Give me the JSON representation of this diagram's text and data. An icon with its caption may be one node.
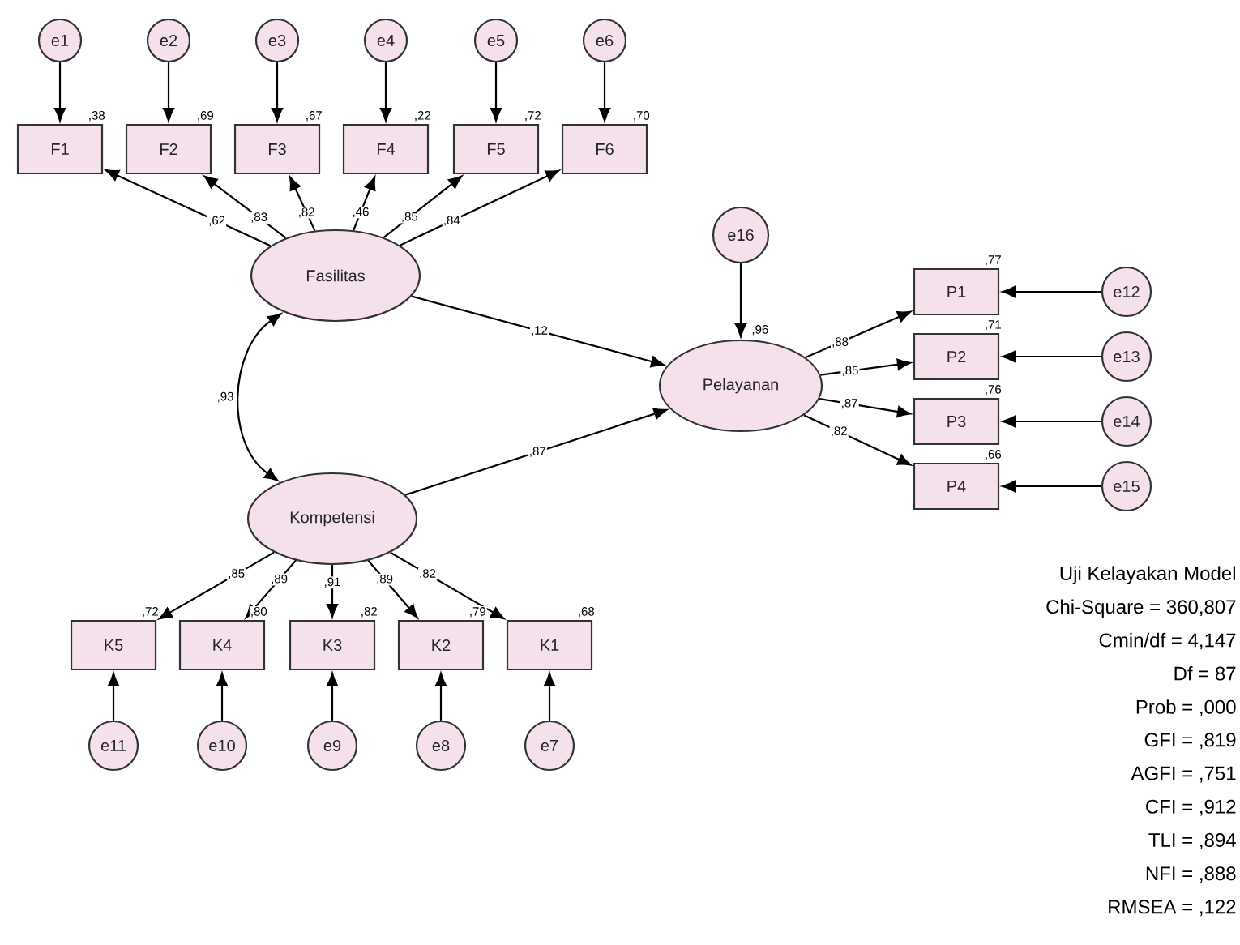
{
  "diagram": {
    "nodes": [
      {
        "text": [
          "e1"
        ]
      },
      {
        "text": [
          "e2"
        ]
      },
      {
        "text": [
          "e3"
        ]
      },
      {
        "text": [
          "e4"
        ]
      },
      {
        "text": [
          "e5"
        ]
      },
      {
        "text": [
          "e6"
        ]
      },
      {
        "text": [
          "F1"
        ],
        "beside": [
          ",38"
        ]
      },
      {
        "text": [
          "F2"
        ],
        "beside": [
          ",69"
        ]
      },
      {
        "text": [
          "F3"
        ],
        "beside": [
          ",67"
        ]
      },
      {
        "text": [
          "F4"
        ],
        "beside": [
          ",22"
        ]
      },
      {
        "text": [
          "F5"
        ],
        "beside": [
          ",72"
        ]
      },
      {
        "text": [
          "F6"
        ],
        "beside": [
          ",70"
        ]
      },
      {
        "text": [
          "Fasilitas"
        ]
      },
      {
        "text": [
          "e16"
        ]
      },
      {
        "text": [
          "Pelayanan"
        ],
        "beside": [
          ",96"
        ]
      },
      {
        "text": [
          "P1"
        ],
        "beside": [
          ",77"
        ]
      },
      {
        "text": [
          "P2"
        ],
        "beside": [
          ",71"
        ]
      },
      {
        "text": [
          "P3"
        ],
        "beside": [
          ",76"
        ]
      },
      {
        "text": [
          "P4"
        ],
        "beside": [
          ",66"
        ]
      },
      {
        "text": [
          "e12"
        ]
      },
      {
        "text": [
          "e13"
        ]
      },
      {
        "text": [
          "e14"
        ]
      },
      {
        "text": [
          "e15"
        ]
      },
      {
        "text": [
          "Kompetensi"
        ]
      },
      {
        "text": [
          "K5"
        ],
        "beside": [
          ",72"
        ]
      },
      {
        "text": [
          "K4"
        ],
        "beside": [
          ",80"
        ]
      },
      {
        "text": [
          "K3"
        ],
        "beside": [
          ",82"
        ]
      },
      {
        "text": [
          "K2"
        ],
        "beside": [
          ",79"
        ]
      },
      {
        "text": [
          "K1"
        ],
        "beside": [
          ",68"
        ]
      },
      {
        "text": [
          "e11"
        ]
      },
      {
        "text": [
          "e10"
        ]
      },
      {
        "text": [
          "e9"
        ]
      },
      {
        "text": [
          "e8"
        ]
      },
      {
        "text": [
          "e7"
        ]
      }
    ],
    "edges": [
      {
        "from": 0,
        "to": 6,
        "arrow": "to"
      },
      {
        "from": 1,
        "to": 7,
        "arrow": "to"
      },
      {
        "from": 2,
        "to": 8,
        "arrow": "to"
      },
      {
        "from": 3,
        "to": 9,
        "arrow": "to"
      },
      {
        "from": 4,
        "to": 10,
        "arrow": "to"
      },
      {
        "from": 5,
        "to": 11,
        "arrow": "to"
      },
      {
        "from": 12,
        "to": 6,
        "arrow": "to",
        "label": ",62"
      },
      {
        "from": 12,
        "to": 7,
        "arrow": "to",
        "label": ",83"
      },
      {
        "from": 12,
        "to": 8,
        "arrow": "to",
        "label": ",82"
      },
      {
        "from": 12,
        "to": 9,
        "arrow": "to",
        "label": ",46"
      },
      {
        "from": 12,
        "to": 10,
        "arrow": "to",
        "label": ",85"
      },
      {
        "from": 12,
        "to": 11,
        "arrow": "to",
        "label": ",84"
      },
      {
        "from": 12,
        "to": 14,
        "arrow": "to",
        "label": ",12"
      },
      {
        "from": 23,
        "to": 14,
        "arrow": "to",
        "label": ",87"
      },
      {
        "from": 12,
        "to": 23,
        "arrow": "both",
        "label": ",93"
      },
      {
        "from": 13,
        "to": 14,
        "arrow": "to"
      },
      {
        "from": 14,
        "to": 15,
        "arrow": "to",
        "label": ",88"
      },
      {
        "from": 14,
        "to": 16,
        "arrow": "to",
        "label": ",85"
      },
      {
        "from": 14,
        "to": 17,
        "arrow": "to",
        "label": ",87"
      },
      {
        "from": 14,
        "to": 18,
        "arrow": "to",
        "label": ",82"
      },
      {
        "from": 19,
        "to": 15,
        "arrow": "to"
      },
      {
        "from": 20,
        "to": 16,
        "arrow": "to"
      },
      {
        "from": 21,
        "to": 17,
        "arrow": "to"
      },
      {
        "from": 22,
        "to": 18,
        "arrow": "to"
      },
      {
        "from": 23,
        "to": 24,
        "arrow": "to",
        "label": ",85"
      },
      {
        "from": 23,
        "to": 25,
        "arrow": "to",
        "label": ",89"
      },
      {
        "from": 23,
        "to": 26,
        "arrow": "to",
        "label": ",91"
      },
      {
        "from": 23,
        "to": 27,
        "arrow": "to",
        "label": ",89"
      },
      {
        "from": 23,
        "to": 28,
        "arrow": "to",
        "label": ",82"
      },
      {
        "from": 29,
        "to": 24,
        "arrow": "to"
      },
      {
        "from": 30,
        "to": 25,
        "arrow": "to"
      },
      {
        "from": 31,
        "to": 26,
        "arrow": "to"
      },
      {
        "from": 32,
        "to": 27,
        "arrow": "to"
      },
      {
        "from": 33,
        "to": 28,
        "arrow": "to"
      }
    ],
    "labels": [
      "Uji Kelayakan Model",
      "Chi-Square = 360,807",
      "Cmin/df = 4,147",
      "Df = 87",
      "Prob = ,000",
      "GFI = ,819",
      "AGFI = ,751",
      "CFI = ,912",
      "TLI = ,894",
      "NFI = ,888",
      "RMSEA = ,122"
    ]
  }
}
